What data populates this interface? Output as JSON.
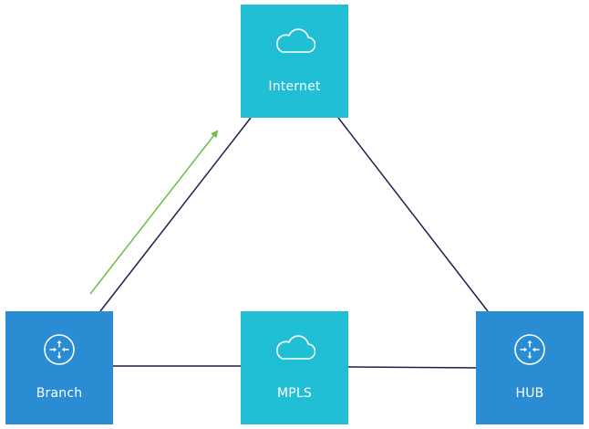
{
  "colors": {
    "cloud_fill": "#20bfd6",
    "router_fill": "#2a8dd4",
    "link_stroke": "#1b1f4b",
    "arrow_stroke": "#6cbe45",
    "label_text": "#ffffff"
  },
  "nodes": {
    "internet": {
      "label": "Internet",
      "icon": "cloud-icon"
    },
    "mpls": {
      "label": "MPLS",
      "icon": "cloud-icon"
    },
    "branch": {
      "label": "Branch",
      "icon": "router-icon"
    },
    "hub": {
      "label": "HUB",
      "icon": "router-icon"
    }
  },
  "links": [
    {
      "from": "branch",
      "to": "internet"
    },
    {
      "from": "internet",
      "to": "hub"
    },
    {
      "from": "branch",
      "to": "mpls"
    },
    {
      "from": "mpls",
      "to": "hub"
    }
  ],
  "flow_arrow": {
    "from": "branch",
    "to": "internet",
    "meaning": "traffic-path"
  }
}
